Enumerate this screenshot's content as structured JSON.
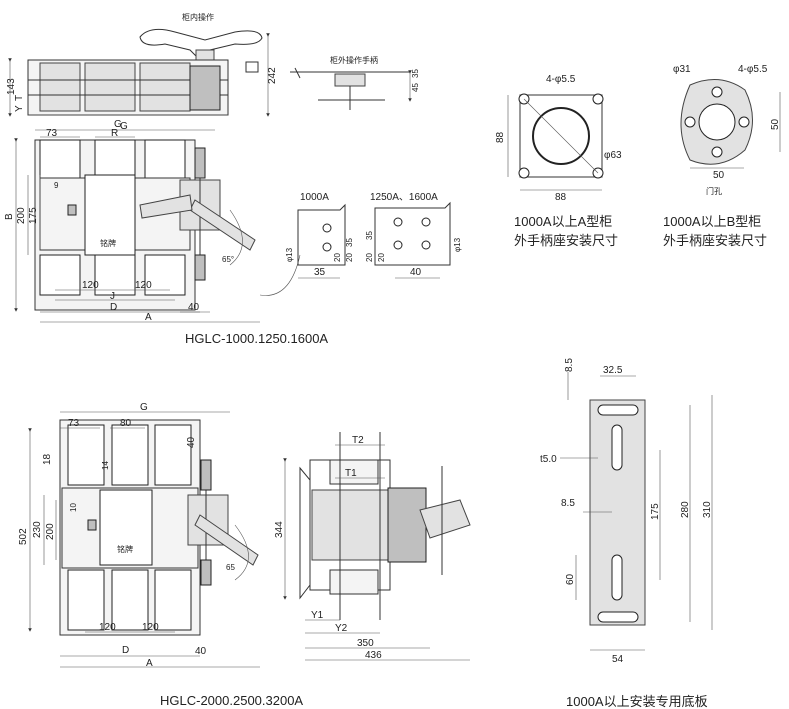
{
  "top_left": {
    "label_cabinet_inside_op": "柜内操作",
    "label_cabinet_outside_handle": "柜外操作手柄",
    "caption": "HGLC-1000.1250.1600A",
    "dims": {
      "d143": "143",
      "d242": "242",
      "dT": "T",
      "dY": "Y",
      "dG": "G",
      "d73": "73",
      "dR": "R",
      "d9": "9",
      "dB": "B",
      "d200": "200",
      "d175": "175",
      "d120a": "120",
      "d120b": "120",
      "dJ": "J",
      "dD": "D",
      "dA": "A",
      "d40": "40",
      "d65": "65°",
      "d35": "35",
      "d45": "45",
      "nameplate": "铭牌"
    }
  },
  "busbar_detail": {
    "title_1000": "1000A",
    "title_1250": "1250A、1600A",
    "d13a": "φ13",
    "d13b": "φ13",
    "d35a": "35",
    "d20a": "20",
    "d20b": "20",
    "d35b": "35",
    "d20c": "20",
    "d20d": "20",
    "d40": "40",
    "d35c": "35"
  },
  "mount_a": {
    "holes": "4-φ5.5",
    "center_hole": "φ63",
    "d88_side": "88",
    "d88_bottom": "88",
    "caption_1": "1000A以上A型柜",
    "caption_2": "外手柄座安装尺寸"
  },
  "mount_b": {
    "d31": "φ31",
    "holes": "4-φ5.5",
    "d50_side": "50",
    "d50_bottom": "50",
    "door_hole": "门孔",
    "caption_1": "1000A以上B型柜",
    "caption_2": "外手柄座安装尺寸"
  },
  "bottom_left": {
    "caption": "HGLC-2000.2500.3200A",
    "dims": {
      "dG": "G",
      "d73": "73",
      "d80": "80",
      "d40": "40",
      "d18": "18",
      "d14": "14",
      "d10": "10",
      "d502": "502",
      "d230": "230",
      "d200": "200",
      "d120a": "120",
      "d120b": "120",
      "dD": "D",
      "dA": "A",
      "d40b": "40",
      "d65": "65",
      "nameplate": "铭牌"
    }
  },
  "side_view": {
    "dT2": "T2",
    "dT1": "T1",
    "d344": "344",
    "dY1": "Y1",
    "dY2": "Y2",
    "d350": "350",
    "d436": "436"
  },
  "base_plate": {
    "d8_5_top": "8.5",
    "d32_5": "32.5",
    "dt5": "t5.0",
    "d8_5_mid": "8.5",
    "d175": "175",
    "d280": "280",
    "d310": "310",
    "d60": "60",
    "d54": "54",
    "caption": "1000A以上安装专用底板"
  }
}
